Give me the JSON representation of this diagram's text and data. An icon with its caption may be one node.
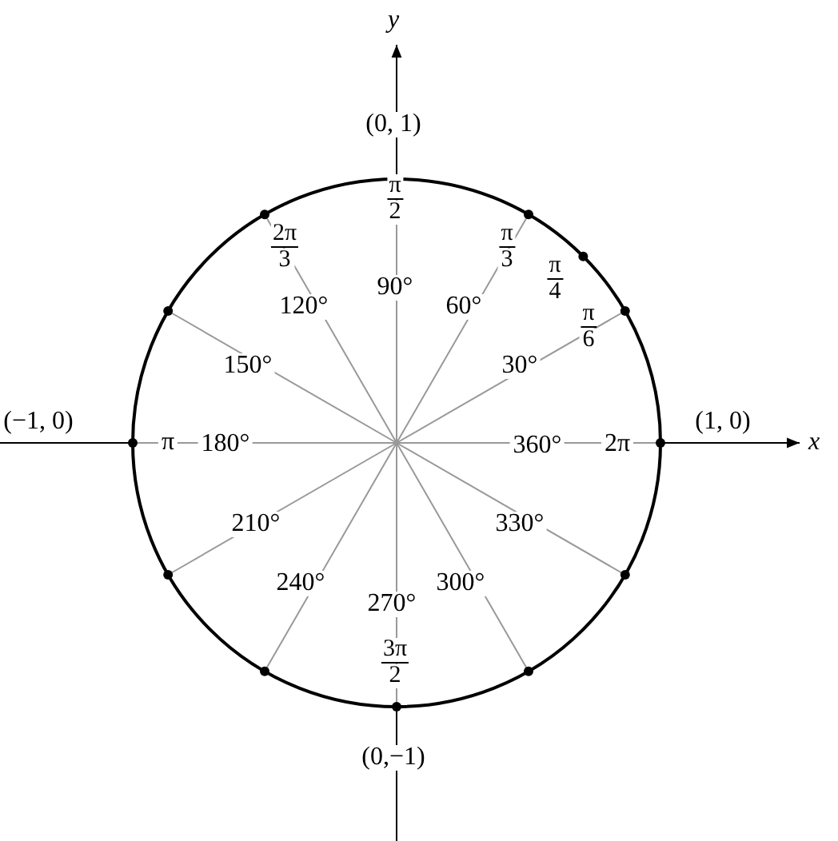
{
  "diagram": {
    "labels": [
      "y",
      "(0, 1)",
      "π",
      "2",
      "2π",
      "3",
      "π",
      "3",
      "90°",
      "π",
      "4",
      "120°",
      "60°",
      "π",
      "6",
      "150°",
      "30°",
      "(−1, 0)",
      "(1, 0)",
      "π",
      "180°",
      "360°",
      "2π",
      "x",
      "210°",
      "330°",
      "240°",
      "300°",
      "270°",
      "3π",
      "2",
      "(0,−1)"
    ]
  }
}
